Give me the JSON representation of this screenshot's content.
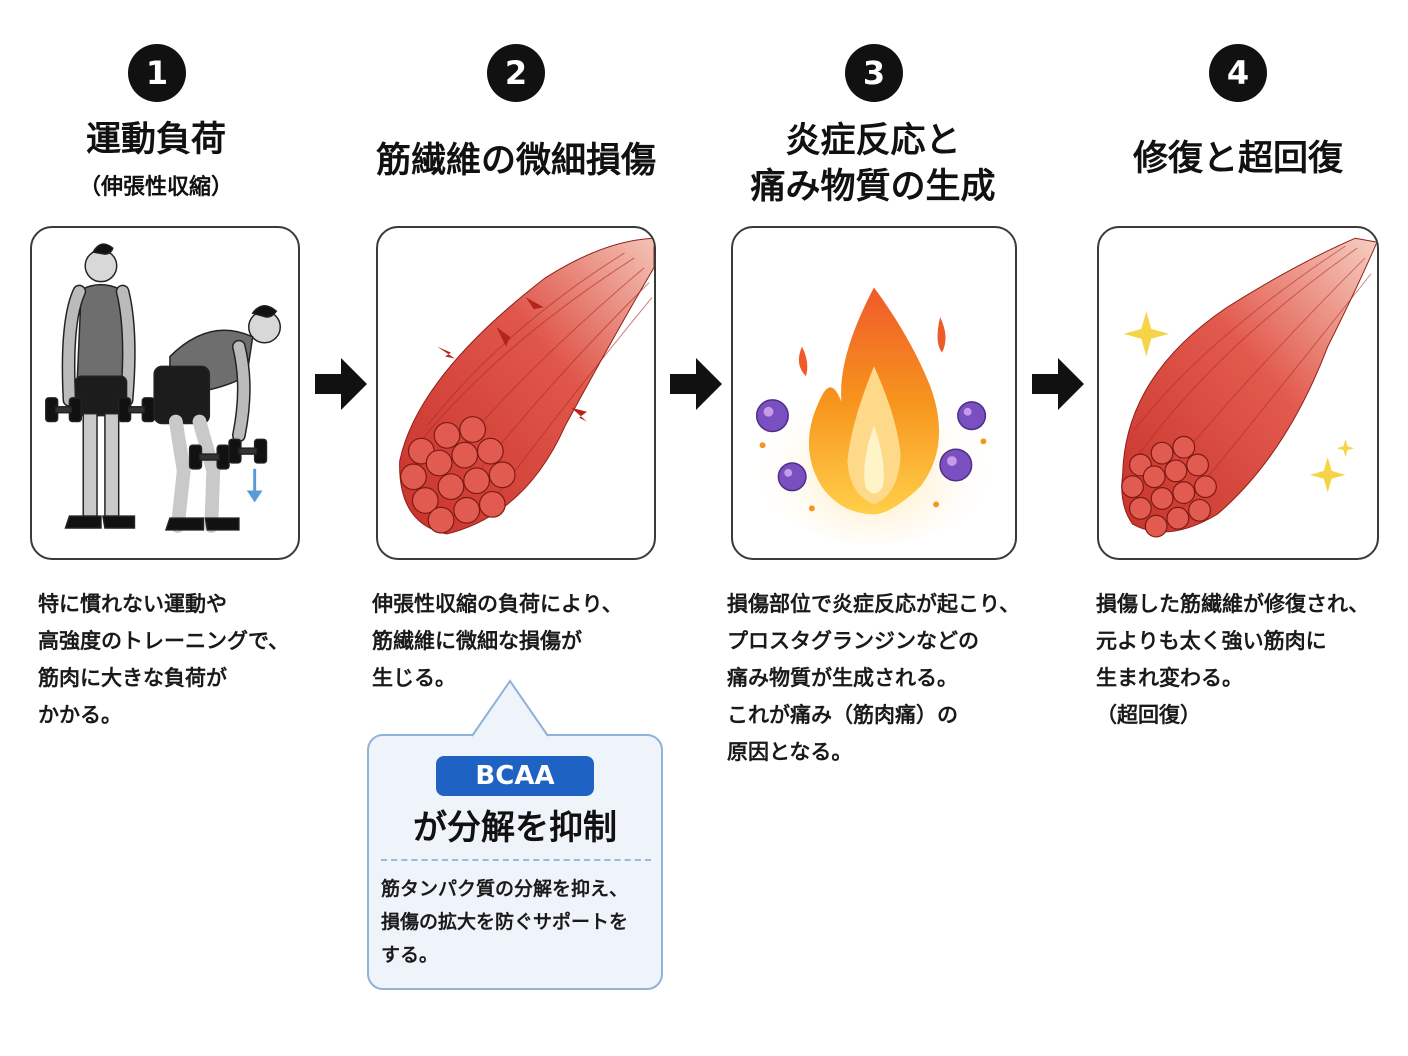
{
  "steps": [
    {
      "number": "1",
      "title": [
        "運動負荷"
      ],
      "subtitle": "（伸張性収縮）",
      "description": [
        "特に慣れない運動や",
        "高強度のトレーニングで、",
        "筋肉に大きな負荷が",
        "かかる。"
      ],
      "illustration": "exercise-dumbbell-figures"
    },
    {
      "number": "2",
      "title": [
        "筋繊維の微細損傷"
      ],
      "description": [
        "伸張性収縮の負荷により、",
        "筋繊維に微細な損傷が",
        "生じる。"
      ],
      "illustration": "damaged-muscle-fiber-bundle"
    },
    {
      "number": "3",
      "title": [
        "炎症反応と",
        "痛み物質の生成"
      ],
      "description": [
        "損傷部位で炎症反応が起こり、",
        "プロスタグランジンなどの",
        "痛み物質が生成される。",
        "これが痛み（筋肉痛）の",
        "原因となる。"
      ],
      "illustration": "flame-with-inflammation-cells"
    },
    {
      "number": "4",
      "title": [
        "修復と超回復"
      ],
      "description": [
        "損傷した筋繊維が修復され、",
        "元よりも太く強い筋肉に",
        "生まれ変わる。",
        "（超回復）"
      ],
      "illustration": "repaired-muscle-with-sparkles"
    }
  ],
  "callout": {
    "badge": "BCAA",
    "headline": "が分解を抑制",
    "body": [
      "筋タンパク質の分解を抑え、",
      "損傷の拡大を防ぐサポートを",
      "する。"
    ]
  },
  "colors": {
    "step_badge": "#111111",
    "arrow": "#111111",
    "callout_fill": "#eef4fa",
    "callout_border": "#8fb3d8",
    "badge_fill": "#1e62c4",
    "muscle": "#d9453a",
    "flame": "#f7941d",
    "sparkle": "#f5d547",
    "virus": "#7a4fbf"
  },
  "icons": [
    "arrow-right-icon",
    "sparkle-icon",
    "down-arrow-icon"
  ]
}
